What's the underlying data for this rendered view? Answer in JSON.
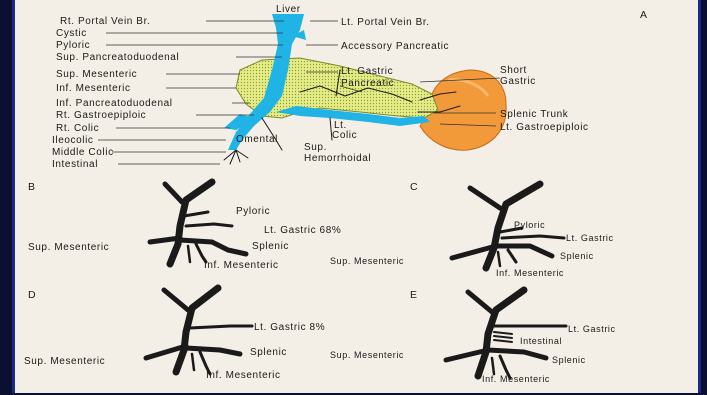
{
  "panel_a": {
    "letter": "A",
    "labels": {
      "liver": "Liver",
      "rt_portal": "Rt. Portal Vein Br.",
      "lt_portal": "Lt. Portal Vein Br.",
      "cystic": "Cystic",
      "pyloric": "Pyloric",
      "sup_pancreatoduodenal": "Sup. Pancreatoduodenal",
      "accessory_pancreatic": "Accessory Pancreatic",
      "sup_mesenteric": "Sup. Mesenteric",
      "lt_gastric": "Lt. Gastric",
      "short_gastric": "Short",
      "short_gastric_2": "Gastric",
      "inf_mesenteric": "Inf. Mesenteric",
      "pancreatic": "Pancreatic",
      "inf_pancreatoduodenal": "Inf. Pancreatoduodenal",
      "splenic_trunk": "Splenic Trunk",
      "rt_gastroepiploic": "Rt. Gastroepiploic",
      "lt_gastroepiploic": "Lt. Gastroepiploic",
      "lt_colic_1": "Lt.",
      "lt_colic_2": "Colic",
      "rt_colic": "Rt. Colic",
      "omental": "Omental",
      "ileocolic": "Ileocolic",
      "sup_hemorrhoidal_1": "Sup.",
      "sup_hemorrhoidal_2": "Hemorrhoidal",
      "middle_colic": "Middle Colic",
      "intestinal": "Intestinal"
    }
  },
  "panel_b": {
    "letter": "B",
    "pyloric": "Pyloric",
    "lt_gastric": "Lt. Gastric 68%",
    "sup_mesenteric": "Sup. Mesenteric",
    "splenic": "Splenic",
    "inf_mesenteric": "Inf. Mesenteric"
  },
  "panel_c": {
    "letter": "C",
    "pyloric": "Pyloric",
    "lt_gastric": "Lt. Gastric",
    "splenic": "Splenic",
    "sup_mesenteric": "Sup. Mesenteric",
    "inf_mesenteric": "Inf. Mesenteric"
  },
  "panel_d": {
    "letter": "D",
    "lt_gastric": "Lt. Gastric 8%",
    "sup_mesenteric": "Sup. Mesenteric",
    "splenic": "Splenic",
    "inf_mesenteric": "Inf. Mesenteric"
  },
  "panel_e": {
    "letter": "E",
    "lt_gastric": "Lt. Gastric",
    "intestinal": "Intestinal",
    "sup_mesenteric": "Sup. Mesenteric",
    "splenic": "Splenic",
    "inf_mesenteric": "Inf. Mesenteric"
  },
  "colors": {
    "portal_vein": "#1fb3e6",
    "pancreas": "#e0ea80",
    "spleen": "#f29a3a",
    "panel_bg": "#f3efe6",
    "frame": "#1b2a8a"
  }
}
